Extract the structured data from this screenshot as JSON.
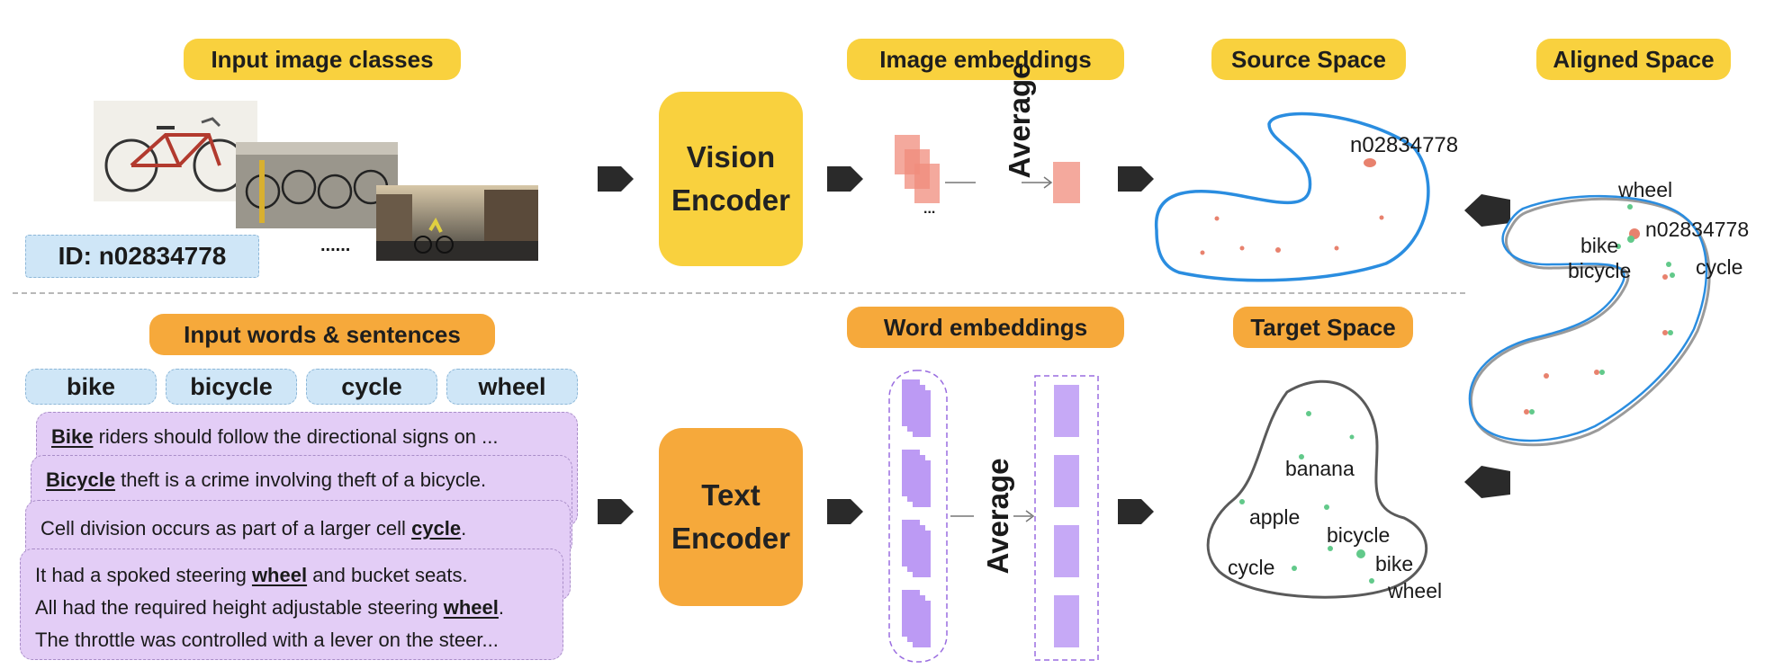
{
  "labels": {
    "input_image_classes": "Input image classes",
    "image_embeddings": "Image embeddings",
    "source_space": "Source Space",
    "aligned_space": "Aligned Space",
    "input_words_sentences": "Input words & sentences",
    "word_embeddings": "Word embeddings",
    "target_space": "Target Space"
  },
  "vision_encoder": {
    "line1": "Vision",
    "line2": "Encoder"
  },
  "text_encoder": {
    "line1": "Text",
    "line2": "Encoder"
  },
  "id_label": "ID: n02834778",
  "image_ellipsis": "......",
  "embedding_ellipsis": "...",
  "average_label": "Average",
  "words": [
    "bike",
    "bicycle",
    "cycle",
    "wheel"
  ],
  "sentences": {
    "s1": {
      "keyword": "Bike",
      "rest": " riders should follow the directional signs on ..."
    },
    "s2": {
      "keyword": "Bicycle",
      "rest": " theft is a crime involving theft of a bicycle."
    },
    "s3": {
      "before": "Cell division occurs as part of a larger cell ",
      "keyword": "cycle",
      "after": "."
    },
    "s4a": {
      "before": "It had a spoked steering ",
      "keyword": "wheel",
      "after": " and bucket seats."
    },
    "s4b": {
      "before": "All had the required height adjustable steering ",
      "keyword": "wheel",
      "after": "."
    },
    "s4c": {
      "text": "The throttle was controlled with a lever on the steer..."
    }
  },
  "source_space": {
    "point_label": "n02834778"
  },
  "target_space": {
    "labels": [
      "banana",
      "apple",
      "bicycle",
      "cycle",
      "bike",
      "wheel"
    ]
  },
  "aligned_space": {
    "labels": [
      "wheel",
      "bike",
      "n02834778",
      "bicycle",
      "cycle"
    ]
  },
  "colors": {
    "yellow": "#f9d13e",
    "orange": "#f6a93b",
    "light_blue": "#cfe6f7",
    "lavender": "#e3cdf6",
    "red_embedding": "#f08c7c",
    "purple_embedding": "#a070f0",
    "source_curve": "#2a8de0",
    "target_curve": "#5a5a5a",
    "green_point": "#62c98a",
    "red_point": "#e8826e"
  }
}
